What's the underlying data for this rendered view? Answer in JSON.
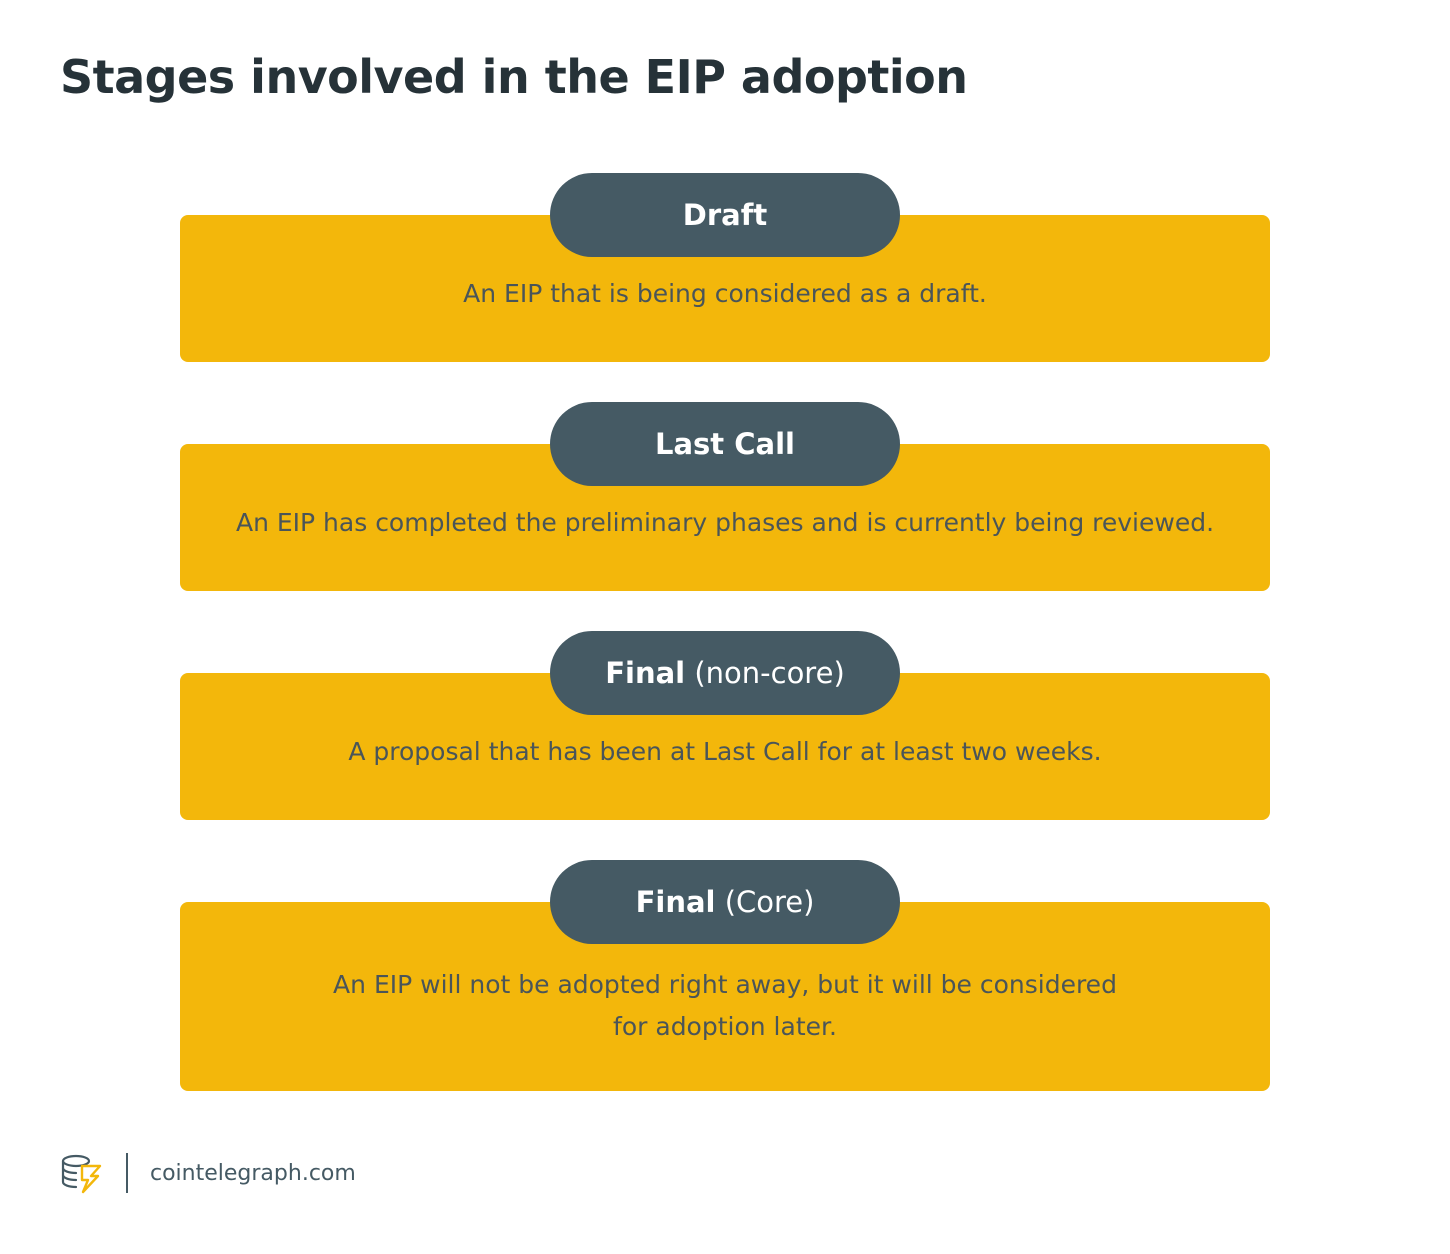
{
  "title": "Stages involved in the EIP adoption",
  "stages": [
    {
      "name": "Draft",
      "qualifier": "",
      "description": "An EIP that is being considered as a draft."
    },
    {
      "name": "Last Call",
      "qualifier": "",
      "description": "An EIP has completed the preliminary phases and is currently being reviewed."
    },
    {
      "name": "Final",
      "qualifier": "(non-core)",
      "description": "A proposal that has been at Last Call for at least two weeks."
    },
    {
      "name": "Final",
      "qualifier": "(Core)",
      "description": "An EIP will not be adopted right away, but it will be considered\nfor adoption later."
    }
  ],
  "footer": {
    "logo_icon": "cointelegraph-logo-icon",
    "source": "cointelegraph.com"
  },
  "colors": {
    "box": "#f3b70b",
    "pill": "#455a64",
    "title": "#263238",
    "text": "#4a5559"
  }
}
